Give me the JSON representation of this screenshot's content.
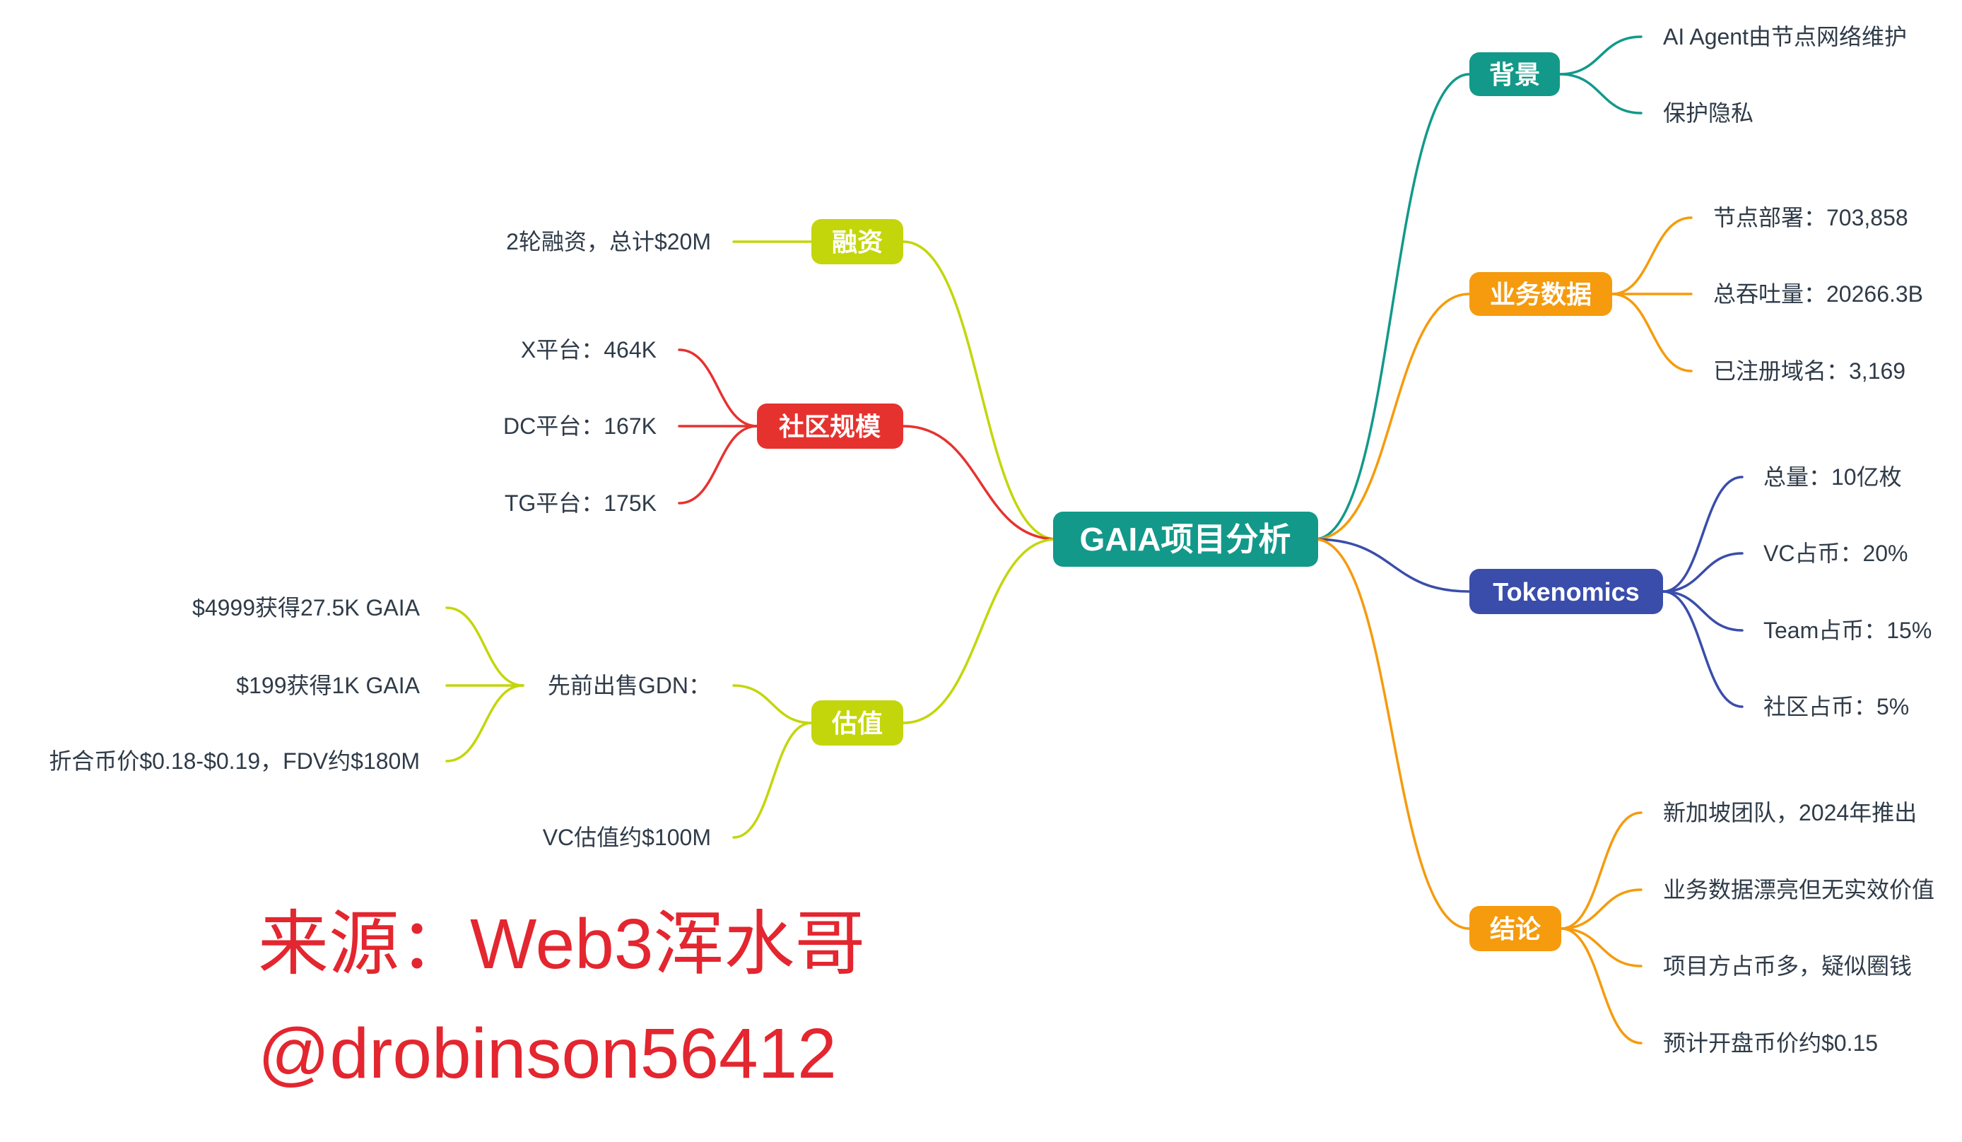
{
  "colors": {
    "teal": "#12998a",
    "orange": "#f59b0d",
    "blue": "#3a4dab",
    "red": "#e6322f",
    "lime": "#c3d60b",
    "watermark": "#e3262f"
  },
  "central": {
    "label": "GAIA项目分析"
  },
  "right_branches": [
    {
      "label": "背景",
      "children": [
        "AI Agent由节点网络维护",
        "保护隐私"
      ]
    },
    {
      "label": "业务数据",
      "children": [
        "节点部署：703,858",
        "总吞吐量：20266.3B",
        "已注册域名：3,169"
      ]
    },
    {
      "label": "Tokenomics",
      "children": [
        "总量：10亿枚",
        "VC占币：20%",
        "Team占币：15%",
        "社区占币：5%"
      ]
    },
    {
      "label": "结论",
      "children": [
        "新加坡团队，2024年推出",
        "业务数据漂亮但无实效价值",
        "项目方占币多，疑似圈钱",
        "预计开盘币价约$0.15"
      ]
    }
  ],
  "left_branches": [
    {
      "label": "融资",
      "children": [
        "2轮融资，总计$20M"
      ]
    },
    {
      "label": "社区规模",
      "children": [
        "X平台：464K",
        "DC平台：167K",
        "TG平台：175K"
      ]
    },
    {
      "label": "估值",
      "children": [
        {
          "label": "先前出售GDN：",
          "children": [
            "$4999获得27.5K GAIA",
            "$199获得1K GAIA",
            "折合币价$0.18-$0.19，FDV约$180M"
          ]
        },
        {
          "label": "VC估值约$100M"
        }
      ]
    }
  ],
  "watermark": {
    "source": "来源：Web3浑水哥",
    "handle": "@drobinson56412"
  }
}
